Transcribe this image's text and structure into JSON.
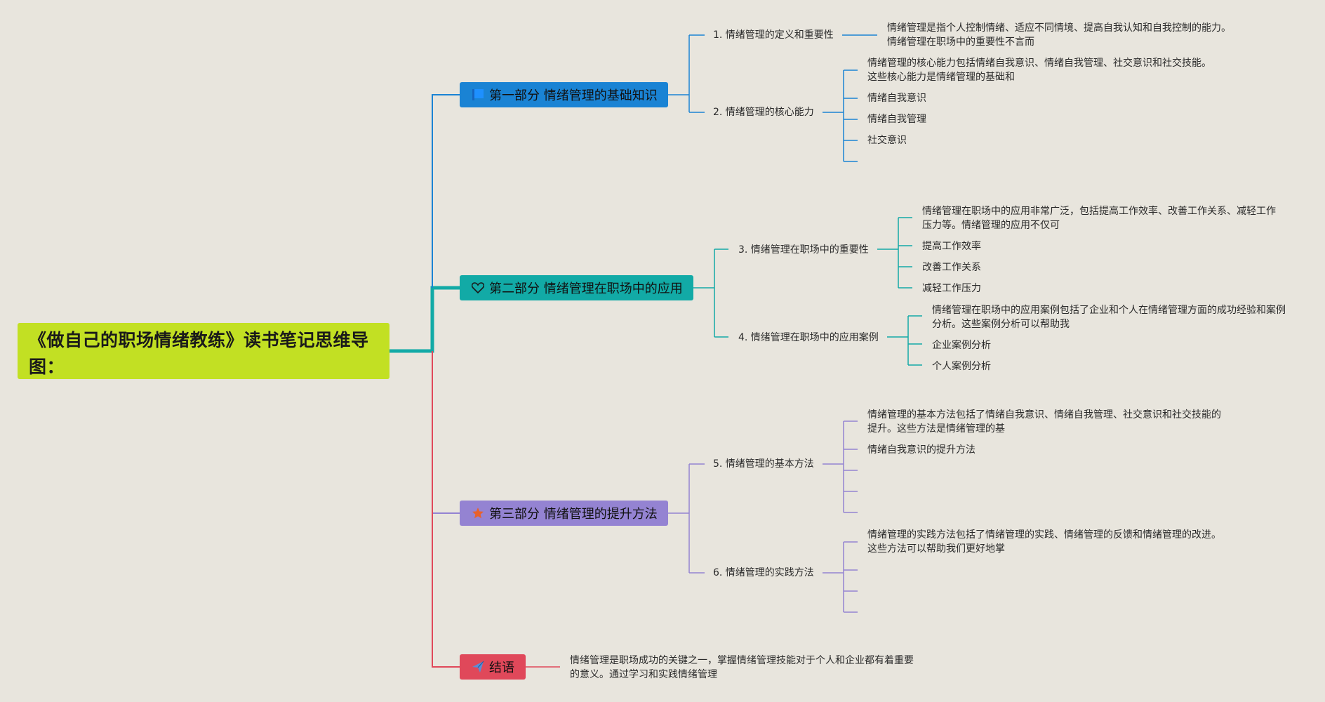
{
  "root": {
    "title": "《做自己的职场情绪教练》读书笔记思维导图："
  },
  "colors": {
    "root": "#c2e023",
    "part1": "#1a83d4",
    "part2": "#12aaa6",
    "part3": "#9483d2",
    "conclusion": "#e0485a"
  },
  "part1": {
    "label": "第一部分 情绪管理的基础知识",
    "icon": "flag-icon",
    "s1": {
      "label": "1. 情绪管理的定义和重要性",
      "leaf": "情绪管理是指个人控制情绪、适应不同情境、提高自我认知和自我控制的能力。情绪管理在职场中的重要性不言而"
    },
    "s2": {
      "label": "2. 情绪管理的核心能力",
      "leaves": [
        "情绪管理的核心能力包括情绪自我意识、情绪自我管理、社交意识和社交技能。这些核心能力是情绪管理的基础和",
        "情绪自我意识",
        "情绪自我管理",
        "社交意识",
        ""
      ]
    }
  },
  "part2": {
    "label": "第二部分 情绪管理在职场中的应用",
    "icon": "heart-icon",
    "s3": {
      "label": "3. 情绪管理在职场中的重要性",
      "leaves": [
        "情绪管理在职场中的应用非常广泛，包括提高工作效率、改善工作关系、减轻工作压力等。情绪管理的应用不仅可",
        "提高工作效率",
        "改善工作关系",
        "减轻工作压力"
      ]
    },
    "s4": {
      "label": "4. 情绪管理在职场中的应用案例",
      "leaves": [
        "情绪管理在职场中的应用案例包括了企业和个人在情绪管理方面的成功经验和案例分析。这些案例分析可以帮助我",
        "企业案例分析",
        "个人案例分析"
      ]
    }
  },
  "part3": {
    "label": "第三部分 情绪管理的提升方法",
    "icon": "star-icon",
    "s5": {
      "label": "5. 情绪管理的基本方法",
      "leaves": [
        "情绪管理的基本方法包括了情绪自我意识、情绪自我管理、社交意识和社交技能的提升。这些方法是情绪管理的基",
        "情绪自我意识的提升方法",
        "",
        "",
        ""
      ]
    },
    "s6": {
      "label": "6. 情绪管理的实践方法",
      "leaves": [
        "情绪管理的实践方法包括了情绪管理的实践、情绪管理的反馈和情绪管理的改进。这些方法可以帮助我们更好地掌",
        "",
        "",
        ""
      ]
    }
  },
  "conclusion": {
    "label": "结语",
    "icon": "paper-plane-icon",
    "leaf": "情绪管理是职场成功的关键之一，掌握情绪管理技能对于个人和企业都有着重要的意义。通过学习和实践情绪管理"
  }
}
